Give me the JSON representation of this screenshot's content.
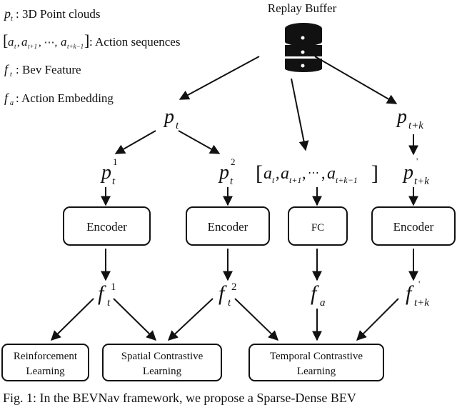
{
  "legend": [
    {
      "symbol": "p",
      "sub": "t",
      "desc": ": 3D Point clouds"
    },
    {
      "symbol": "[a_t, a_{t+1}, ..., a_{t+k-1}]",
      "desc": ": Action sequences"
    },
    {
      "symbol": "f",
      "sub": "t",
      "desc": ": Bev Feature"
    },
    {
      "symbol": "f",
      "sub": "a",
      "desc": ": Action Embedding"
    }
  ],
  "legend_text": {
    "item0": ": 3D Point clouds",
    "item1": ": Action sequences",
    "item2": ": Bev Feature",
    "item3": ": Action Embedding"
  },
  "replay_buffer": {
    "label": "Replay Buffer",
    "icon": "database-icon"
  },
  "nodes": {
    "p_t": {
      "base": "p",
      "sub": "t"
    },
    "p_tk": {
      "base": "p",
      "sub": "t+k"
    },
    "p_t1": {
      "base": "p",
      "sub": "t",
      "sup": "1"
    },
    "p_t2": {
      "base": "p",
      "sub": "t",
      "sup": "2"
    },
    "p_tk_prime": {
      "base": "p",
      "sub": "t+k",
      "sup": "'"
    },
    "actions": {
      "open": "[",
      "a": "a",
      "s0": "t",
      "s1": "t+1",
      "dots": "⋯",
      "s2": "t+k−1",
      "close": "]",
      "sep": ","
    },
    "f_t1": {
      "base": "f",
      "sub": "t",
      "sup": "1"
    },
    "f_t2": {
      "base": "f",
      "sub": "t",
      "sup": "2"
    },
    "f_a": {
      "base": "f",
      "sub": "a"
    },
    "f_tk_prime": {
      "base": "f",
      "sub": "t+k",
      "sup": "'"
    }
  },
  "boxes": {
    "encoder1": "Encoder",
    "encoder2": "Encoder",
    "fc": "FC",
    "encoder3": "Encoder",
    "rl": [
      "Reinforcement",
      "Learning"
    ],
    "scl": [
      "Spatial Contrastive",
      "Learning"
    ],
    "tcl": [
      "Temporal Contrastive",
      "Learning"
    ]
  },
  "caption": "Fig. 1: In the BEVNav framework, we propose a Sparse-Dense BEV"
}
